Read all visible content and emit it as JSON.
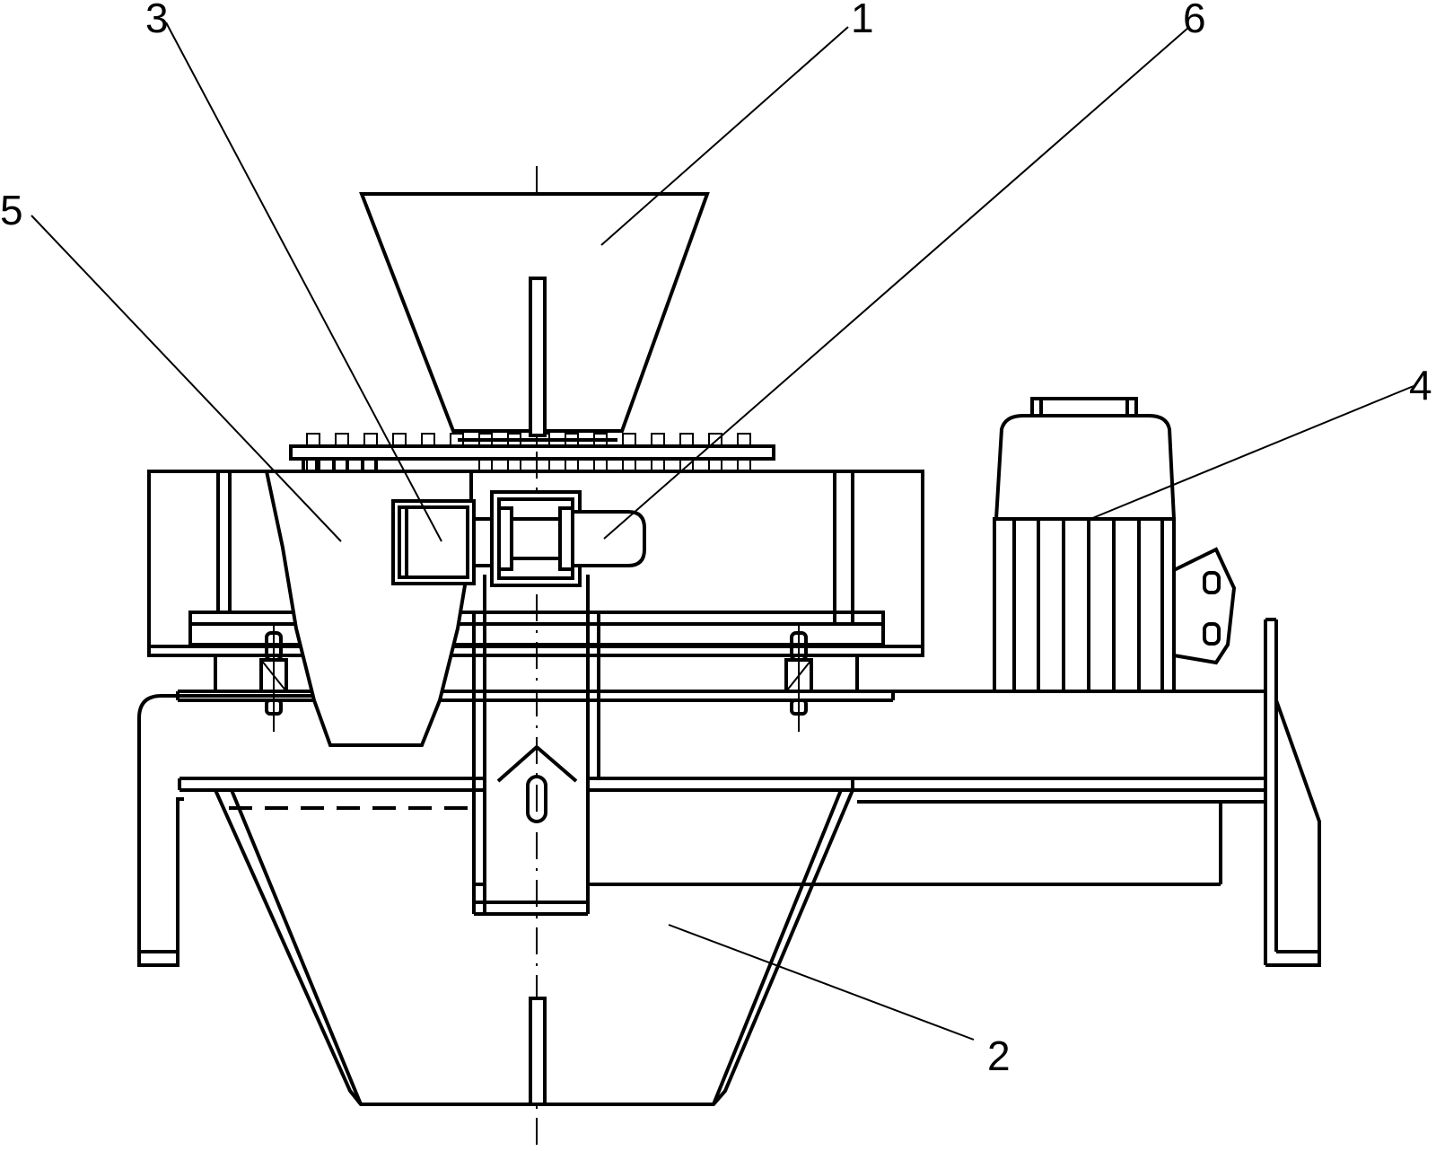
{
  "callouts": [
    {
      "id": "1",
      "text": "1"
    },
    {
      "id": "2",
      "text": "2"
    },
    {
      "id": "3",
      "text": "3"
    },
    {
      "id": "4",
      "text": "4"
    },
    {
      "id": "5",
      "text": "5"
    },
    {
      "id": "6",
      "text": "6"
    }
  ],
  "colors": {
    "stroke": "#000000",
    "background": "#ffffff"
  }
}
